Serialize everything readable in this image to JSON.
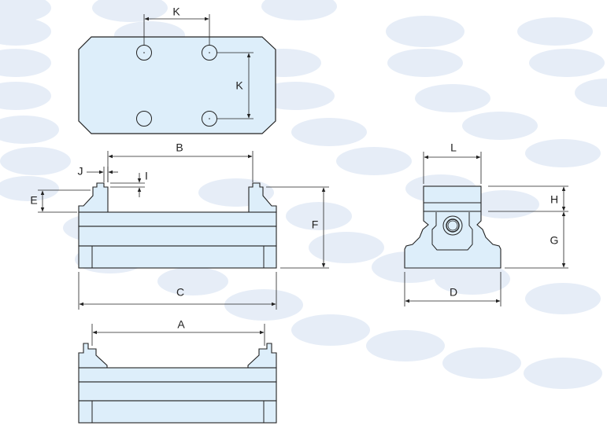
{
  "labels": {
    "top_k_horizontal": "K",
    "top_k_vertical": "K",
    "b": "B",
    "j": "J",
    "i": "I",
    "e": "E",
    "f": "F",
    "c": "C",
    "a": "A",
    "l": "L",
    "h": "H",
    "g": "G",
    "d": "D"
  },
  "colors": {
    "part_fill": "#ddeefa",
    "outline": "#222222",
    "background_blob": "#e8eef8"
  }
}
